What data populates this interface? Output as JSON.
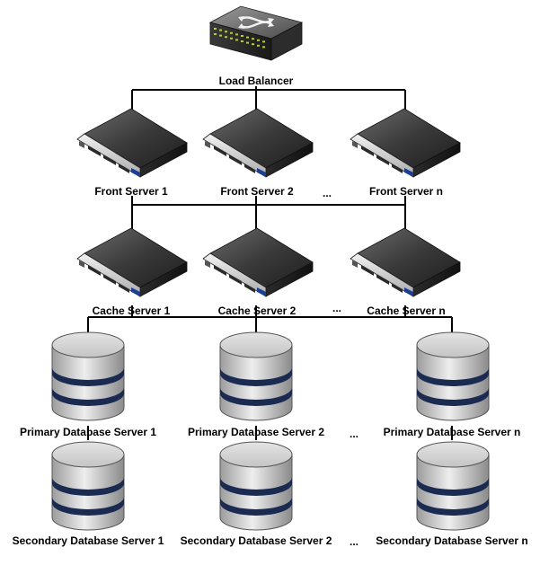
{
  "load_balancer": {
    "label": "Load Balancer"
  },
  "front_servers": {
    "labels": [
      "Front Server 1",
      "Front Server 2",
      "Front Server n"
    ],
    "ellipsis": "..."
  },
  "cache_servers": {
    "labels": [
      "Cache Server 1",
      "Cache Server 2",
      "Cache Server n"
    ],
    "ellipsis": "..."
  },
  "primary_databases": {
    "labels": [
      "Primary Database Server 1",
      "Primary Database Server 2",
      "Primary Database Server n"
    ],
    "ellipsis": "..."
  },
  "secondary_databases": {
    "labels": [
      "Secondary Database Server 1",
      "Secondary Database Server 2",
      "Secondary Database Server n"
    ],
    "ellipsis": "..."
  },
  "colors": {
    "line": "#000000",
    "server_body": "#2b2b2b",
    "server_front": "#d8d8d8",
    "server_accent": "#1c3f94",
    "db_body": "#c8c8c8",
    "db_band": "#1a2a50"
  }
}
